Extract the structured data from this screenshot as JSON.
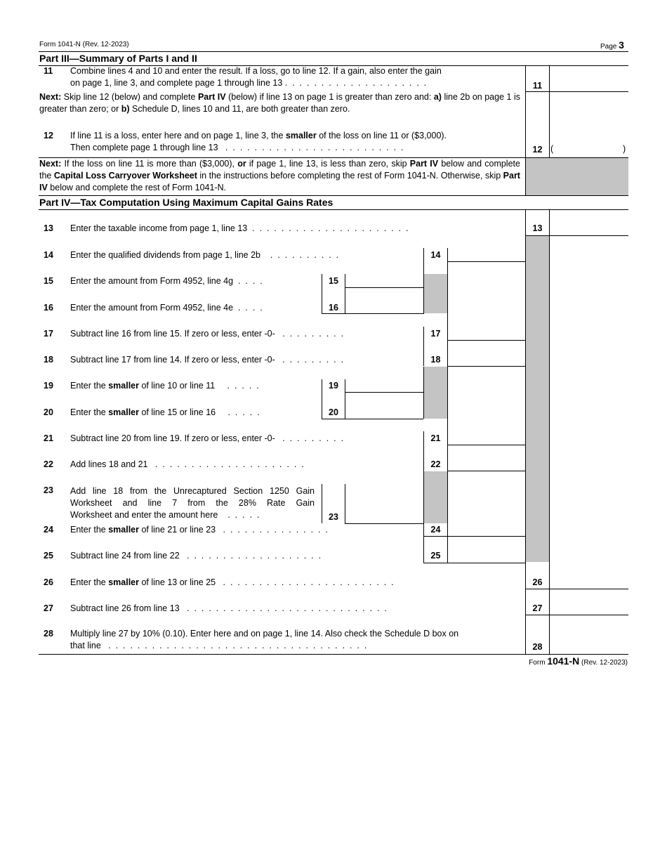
{
  "header": {
    "form_rev": "Form 1041-N (Rev. 12-2023)",
    "page_label": "Page",
    "page_num": "3"
  },
  "part3": {
    "title": "Part III—Summary of Parts I and II",
    "line11": {
      "num": "11",
      "text_a": "Combine lines 4 and 10 and enter the result. If a loss, go to line 12. If a gain, also enter the gain",
      "text_b": "on page 1, line 3, and complete page 1 through line 13",
      "box": "11"
    },
    "next1": {
      "label": "Next:",
      "a": "Skip line 12 (below) and complete",
      "b": "Part IV",
      "c": "(below) if line 13 on page 1 is greater than zero and:",
      "d": "a)",
      "e": "line 2b on page 1 is greater than zero; or",
      "f": "b)",
      "g": "Schedule D, lines 10 and 11, are both greater than zero."
    },
    "line12": {
      "num": "12",
      "text_a1": "If line 11 is a loss, enter here and on page 1, line 3, the",
      "text_a2": "smaller",
      "text_a3": "of the loss on line 11 or ($3,000).",
      "text_b": "Then complete page 1 through line 13",
      "box": "12",
      "paren_open": "(",
      "paren_close": ")"
    },
    "next2": {
      "label": "Next:",
      "a": "If the loss on line 11 is more than ($3,000),",
      "b": "or",
      "c": "if page 1, line 13, is less than zero, skip",
      "d": "Part IV",
      "e": "below",
      "f": "and complete the",
      "g": "Capital Loss Carryover Worksheet",
      "h": "in the instructions before completing the rest of Form",
      "i": "1041-N. Otherwise, skip",
      "j": "Part IV",
      "k": "below and complete the rest of Form 1041-N."
    }
  },
  "part4": {
    "title": "Part IV—Tax Computation Using Maximum Capital Gains Rates",
    "lines": {
      "l13": {
        "num": "13",
        "text": "Enter the taxable income from page 1, line 13",
        "box": "13"
      },
      "l14": {
        "num": "14",
        "text": "Enter the qualified dividends from page 1, line 2b",
        "box": "14"
      },
      "l15": {
        "num": "15",
        "text": "Enter the amount from Form 4952, line 4g",
        "box": "15"
      },
      "l16": {
        "num": "16",
        "text": "Enter the amount from Form 4952, line 4e",
        "box": "16"
      },
      "l17": {
        "num": "17",
        "text": "Subtract line 16 from line 15. If zero or less, enter -0-",
        "box": "17"
      },
      "l18": {
        "num": "18",
        "text": "Subtract line 17 from line 14. If zero or less, enter -0-",
        "box": "18"
      },
      "l19": {
        "num": "19",
        "pre": "Enter the",
        "bold": "smaller",
        "post": "of line 10 or line 11",
        "box": "19"
      },
      "l20": {
        "num": "20",
        "pre": "Enter the",
        "bold": "smaller",
        "post": "of line 15 or line 16",
        "box": "20"
      },
      "l21": {
        "num": "21",
        "text": "Subtract line 20 from line 19. If zero or less, enter -0-",
        "box": "21"
      },
      "l22": {
        "num": "22",
        "text": "Add lines 18 and 21",
        "box": "22"
      },
      "l23": {
        "num": "23",
        "text_a": "Add line 18 from the Unrecaptured Section 1250 Gain",
        "text_b": "Worksheet and line 7 from the 28% Rate Gain",
        "text_c": "Worksheet and enter the amount here",
        "box": "23"
      },
      "l24": {
        "num": "24",
        "pre": "Enter the",
        "bold": "smaller",
        "post": "of line 21 or line 23",
        "box": "24"
      },
      "l25": {
        "num": "25",
        "text": "Subtract line 24 from line 22",
        "box": "25"
      },
      "l26": {
        "num": "26",
        "pre": "Enter the",
        "bold": "smaller",
        "post": "of line 13 or line 25",
        "box": "26"
      },
      "l27": {
        "num": "27",
        "text": "Subtract line 26 from line 13",
        "box": "27"
      },
      "l28": {
        "num": "28",
        "text_a": "Multiply line 27 by 10% (0.10). Enter here and on page 1, line 14. Also check the Schedule D box on",
        "text_b": "that line",
        "box": "28"
      }
    }
  },
  "footer": {
    "form": "Form",
    "form_id": "1041-N",
    "rev": "(Rev. 12-2023)"
  }
}
